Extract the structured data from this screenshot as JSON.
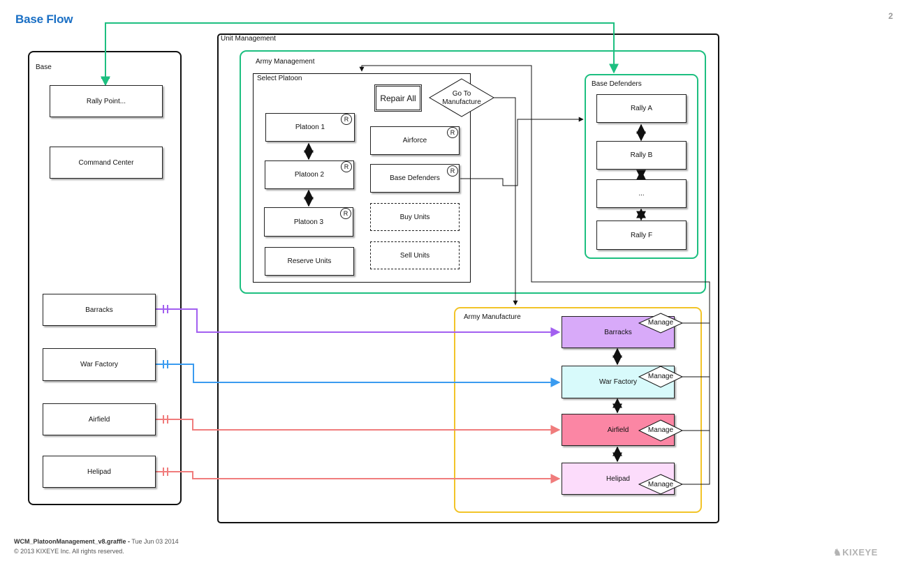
{
  "page": {
    "title": "Base Flow",
    "page_number": "2",
    "footer_file": "WCM_PlatoonManagement_v8.graffle -",
    "footer_date": "Tue Jun 03 2014",
    "copyright": "© 2013 KIXEYE Inc. All rights reserved.",
    "logo": "KIXEYE"
  },
  "base": {
    "title": "Base",
    "rally_point": "Rally Point...",
    "command_center": "Command Center",
    "barracks": "Barracks",
    "war_factory": "War Factory",
    "airfield": "Airfield",
    "helipad": "Helipad"
  },
  "unit_management": {
    "title": "Unit Management"
  },
  "army_management": {
    "title": "Army Management",
    "select_platoon": {
      "title": "Select Platoon",
      "platoon_1": "Platoon 1",
      "platoon_2": "Platoon 2",
      "platoon_3": "Platoon 3",
      "reserve_units": "Reserve Units",
      "airforce": "Airforce",
      "base_defenders": "Base Defenders",
      "buy_units": "Buy Units",
      "sell_units": "Sell Units",
      "repair_all": "Repair All",
      "go_to_manufacture": "Go To\nManufacture",
      "badge": "R"
    }
  },
  "base_defenders": {
    "title": "Base Defenders",
    "rally_a": "Rally A",
    "rally_b": "Rally B",
    "ellipsis": "...",
    "rally_f": "Rally F"
  },
  "army_manufacture": {
    "title": "Army Manufacture",
    "barracks": "Barracks",
    "war_factory": "War Factory",
    "airfield": "Airfield",
    "helipad": "Helipad",
    "manage": "Manage"
  },
  "colors": {
    "green": "#1dbf80",
    "yellow": "#f2c428",
    "purple": "#a25ff0",
    "blue": "#3a9bf0",
    "red": "#f07c7c",
    "barracks_fill": "#d8aaf9",
    "war_factory_fill": "#d8fafb",
    "airfield_fill": "#fb86a4",
    "helipad_fill": "#fcdcfb"
  }
}
